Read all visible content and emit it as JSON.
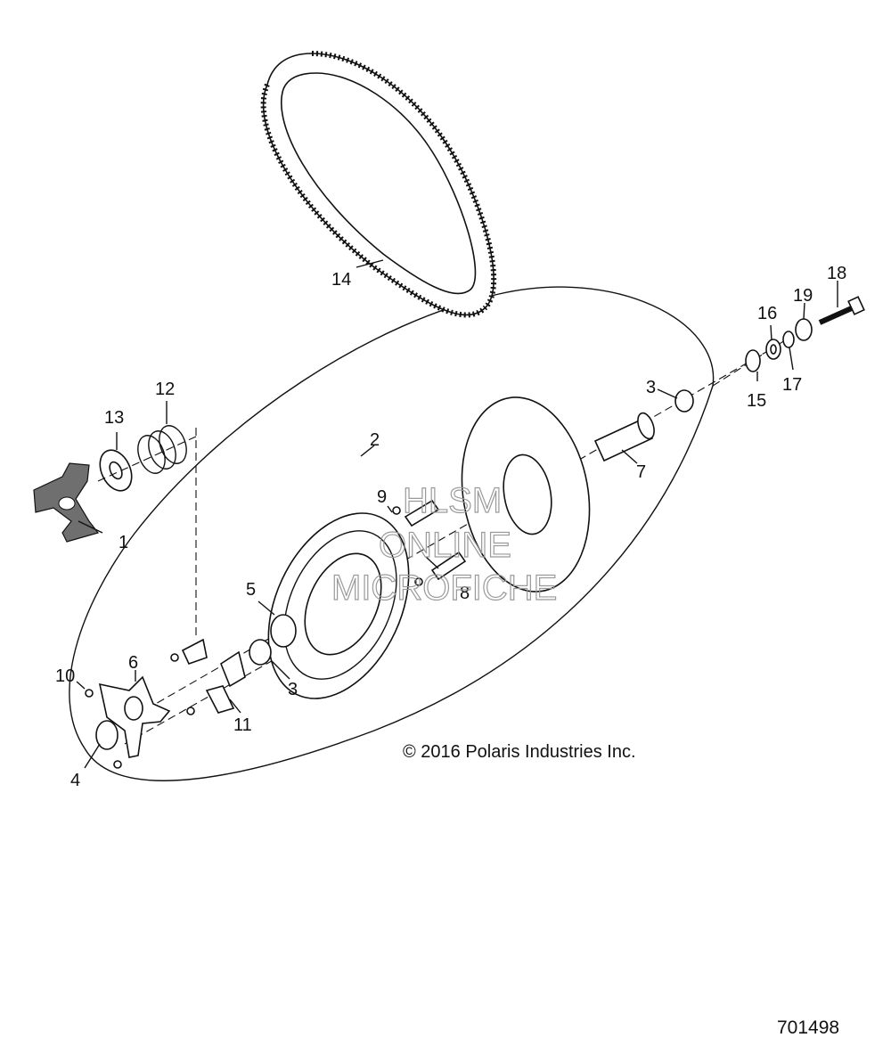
{
  "labels": {
    "p1": "1",
    "p2": "2",
    "p3a": "3",
    "p3b": "3",
    "p4": "4",
    "p5": "5",
    "p6": "6",
    "p7": "7",
    "p8": "8",
    "p9": "9",
    "p10": "10",
    "p11": "11",
    "p12": "12",
    "p13": "13",
    "p14": "14",
    "p15": "15",
    "p16": "16",
    "p17": "17",
    "p18": "18",
    "p19": "19"
  },
  "watermark": {
    "line1": "HLSM",
    "line2": "ONLINE",
    "line3": "MICROFICHE"
  },
  "copyright": "© 2016 Polaris Industries Inc.",
  "document_number": "701498"
}
